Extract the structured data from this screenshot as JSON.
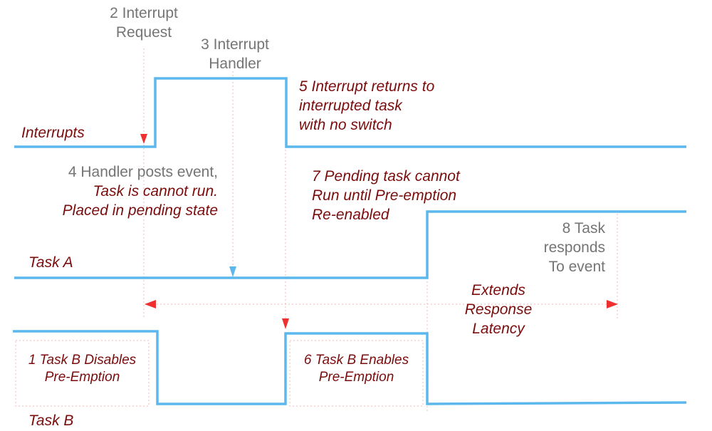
{
  "colors": {
    "signal": "#5cb8ec",
    "guide": "#f2b8b8",
    "arrow": "#ee3030",
    "note_gray": "#757575",
    "note_red": "#7b0c0c"
  },
  "signals": {
    "interrupts_label": "Interrupts",
    "task_a_label": "Task A",
    "task_b_label": "Task B"
  },
  "annotations": {
    "step2": [
      "2 Interrupt",
      "Request"
    ],
    "step3": [
      "3 Interrupt",
      "Handler"
    ],
    "step5": [
      "5 Interrupt returns to",
      "interrupted task",
      "with no switch"
    ],
    "step4_gray": "4 Handler posts event,",
    "step4_red": [
      "Task is cannot run.",
      "Placed in pending state"
    ],
    "step7": [
      "7 Pending task cannot",
      "Run until Pre-emption",
      "Re-enabled"
    ],
    "step8": [
      "8 Task",
      "responds",
      "To event"
    ],
    "latency": [
      "Extends",
      "Response",
      "Latency"
    ],
    "step1": [
      "1 Task B Disables",
      "Pre-Emption"
    ],
    "step6": [
      "6 Task B Enables",
      "Pre-Emption"
    ]
  }
}
